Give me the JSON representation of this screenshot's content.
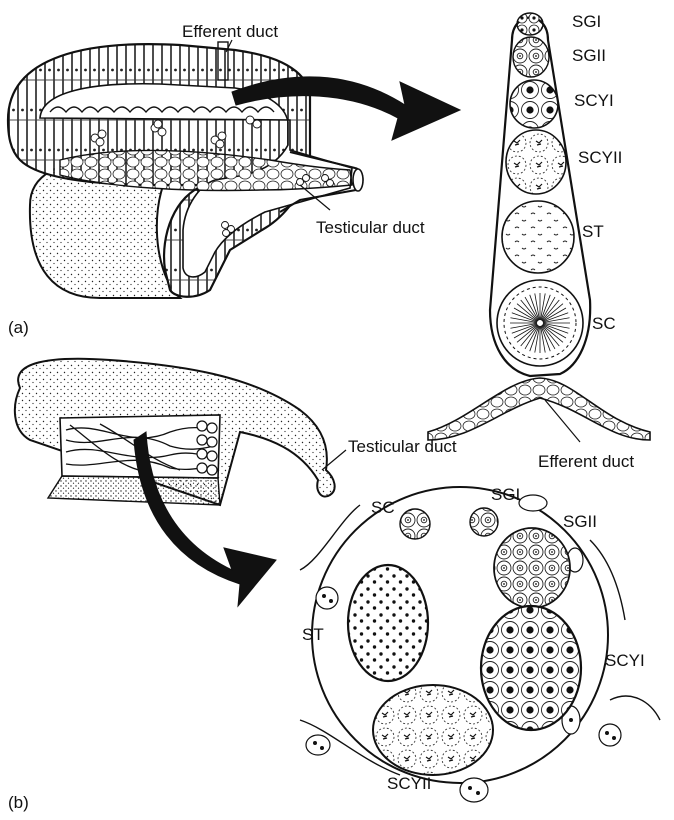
{
  "panel_a": {
    "panel_label": "(a)",
    "efferent_duct_label": "Efferent duct",
    "testicular_duct_label": "Testicular duct",
    "cyst_labels": {
      "sg1": "SGI",
      "sg2": "SGII",
      "scy1": "SCYI",
      "scy2": "SCYII",
      "st": "ST",
      "sc": "SC"
    },
    "efferent_duct_epithelium_label": "Efferent duct"
  },
  "panel_b": {
    "panel_label": "(b)",
    "testicular_duct_label": "Testicular duct",
    "cyst_labels": {
      "sc": "SC",
      "sg1": "SGI",
      "sg2": "SGII",
      "st": "ST",
      "scy1": "SCYI",
      "scy2": "SCYII"
    }
  },
  "colors": {
    "ink": "#111111",
    "paper": "#ffffff"
  }
}
